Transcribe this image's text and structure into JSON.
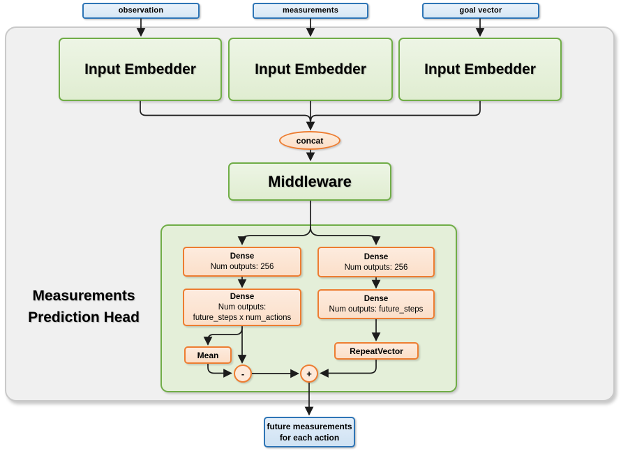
{
  "colors": {
    "green_border": "#70AD47",
    "green_fill": "#E6F1DB",
    "orange_border": "#ED7D31",
    "orange_fill": "#FCE5D5",
    "blue_border": "#2E75B6",
    "blue_fill": "#DEEBF7",
    "panel_fill": "#F0F0F0",
    "line": "#1C1C1C"
  },
  "top_inputs": [
    {
      "label": "observation"
    },
    {
      "label": "measurements"
    },
    {
      "label": "goal vector"
    }
  ],
  "embedders": [
    {
      "label": "Input Embedder"
    },
    {
      "label": "Input Embedder"
    },
    {
      "label": "Input Embedder"
    }
  ],
  "concat": {
    "label": "concat"
  },
  "middleware": {
    "label": "Middleware"
  },
  "head": {
    "title_line1": "Measurements",
    "title_line2": "Prediction Head",
    "left": {
      "dense1": {
        "title": "Dense",
        "sub": "Num outputs: 256"
      },
      "dense2": {
        "title": "Dense",
        "sub1": "Num outputs:",
        "sub2": "future_steps x num_actions"
      },
      "mean_label": "Mean",
      "minus_label": "-"
    },
    "right": {
      "dense1": {
        "title": "Dense",
        "sub": "Num outputs: 256"
      },
      "dense2": {
        "title": "Dense",
        "sub": "Num outputs: future_steps"
      },
      "repeat_label": "RepeatVector",
      "plus_label": "+"
    }
  },
  "output": {
    "line1": "future measurements",
    "line2": "for each action"
  }
}
